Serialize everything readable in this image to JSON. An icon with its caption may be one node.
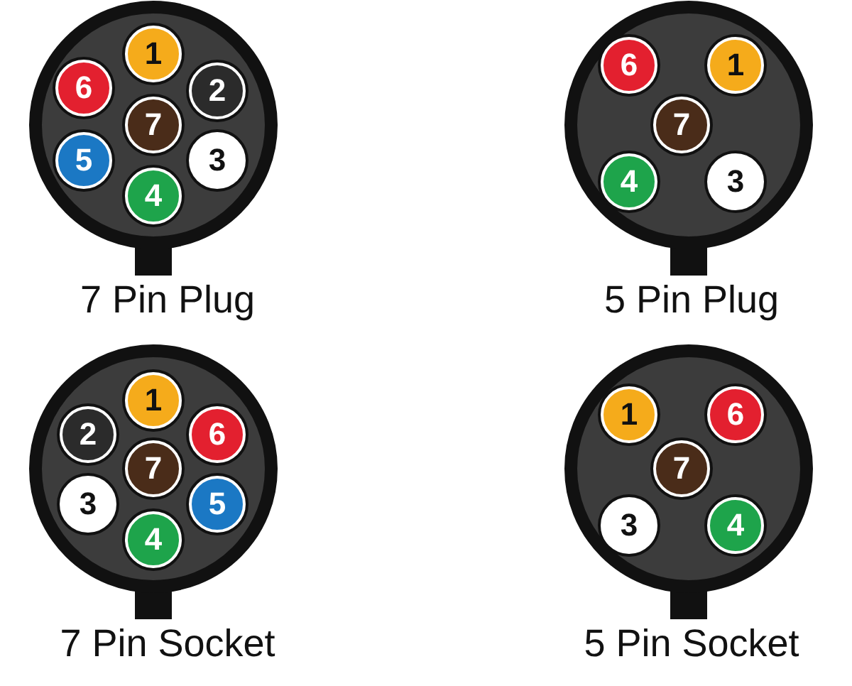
{
  "diagram": {
    "nodes": [
      {
        "text": [],
        "shape": "circle",
        "beside": [
          "7 Pin Plug"
        ]
      },
      {
        "text": [
          "1"
        ],
        "in": 0
      },
      {
        "text": [
          "6"
        ],
        "in": 0
      },
      {
        "text": [
          "2"
        ],
        "in": 0
      },
      {
        "text": [
          "7"
        ],
        "in": 0
      },
      {
        "text": [
          "5"
        ],
        "in": 0
      },
      {
        "text": [
          "3"
        ],
        "in": 0
      },
      {
        "text": [
          "4"
        ],
        "in": 0
      },
      {
        "text": [],
        "shape": "circle",
        "beside": [
          "5 Pin Plug"
        ]
      },
      {
        "text": [
          "6"
        ],
        "in": 8
      },
      {
        "text": [
          "1"
        ],
        "in": 8
      },
      {
        "text": [
          "7"
        ],
        "in": 8
      },
      {
        "text": [
          "4"
        ],
        "in": 8
      },
      {
        "text": [
          "3"
        ],
        "in": 8
      },
      {
        "text": [],
        "shape": "circle",
        "beside": [
          "7 Pin Socket"
        ]
      },
      {
        "text": [
          "1"
        ],
        "in": 14
      },
      {
        "text": [
          "2"
        ],
        "in": 14
      },
      {
        "text": [
          "6"
        ],
        "in": 14
      },
      {
        "text": [
          "7"
        ],
        "in": 14
      },
      {
        "text": [
          "3"
        ],
        "in": 14
      },
      {
        "text": [
          "5"
        ],
        "in": 14
      },
      {
        "text": [
          "4"
        ],
        "in": 14
      },
      {
        "text": [],
        "shape": "circle",
        "beside": [
          "5 Pin Socket"
        ]
      },
      {
        "text": [
          "1"
        ],
        "in": 22
      },
      {
        "text": [
          "6"
        ],
        "in": 22
      },
      {
        "text": [
          "7"
        ],
        "in": 22
      },
      {
        "text": [
          "3"
        ],
        "in": 22
      },
      {
        "text": [
          "4"
        ],
        "in": 22
      }
    ],
    "edges": []
  }
}
